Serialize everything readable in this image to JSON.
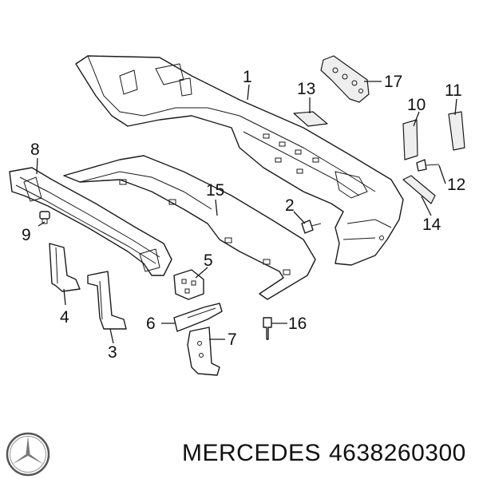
{
  "callouts": [
    {
      "id": "1",
      "label": "1"
    },
    {
      "id": "2",
      "label": "2"
    },
    {
      "id": "3",
      "label": "3"
    },
    {
      "id": "4",
      "label": "4"
    },
    {
      "id": "5",
      "label": "5"
    },
    {
      "id": "6",
      "label": "6"
    },
    {
      "id": "7",
      "label": "7"
    },
    {
      "id": "8",
      "label": "8"
    },
    {
      "id": "9",
      "label": "9"
    },
    {
      "id": "10",
      "label": "10"
    },
    {
      "id": "11",
      "label": "11"
    },
    {
      "id": "12",
      "label": "12"
    },
    {
      "id": "13",
      "label": "13"
    },
    {
      "id": "14",
      "label": "14"
    },
    {
      "id": "15",
      "label": "15"
    },
    {
      "id": "16",
      "label": "16"
    },
    {
      "id": "17",
      "label": "17"
    }
  ],
  "footer": {
    "brand": "MERCEDES",
    "part_number": "4638260300",
    "logo_icon": "mercedes-star-icon"
  },
  "colors": {
    "line": "#1a1a1a",
    "background": "#ffffff"
  }
}
